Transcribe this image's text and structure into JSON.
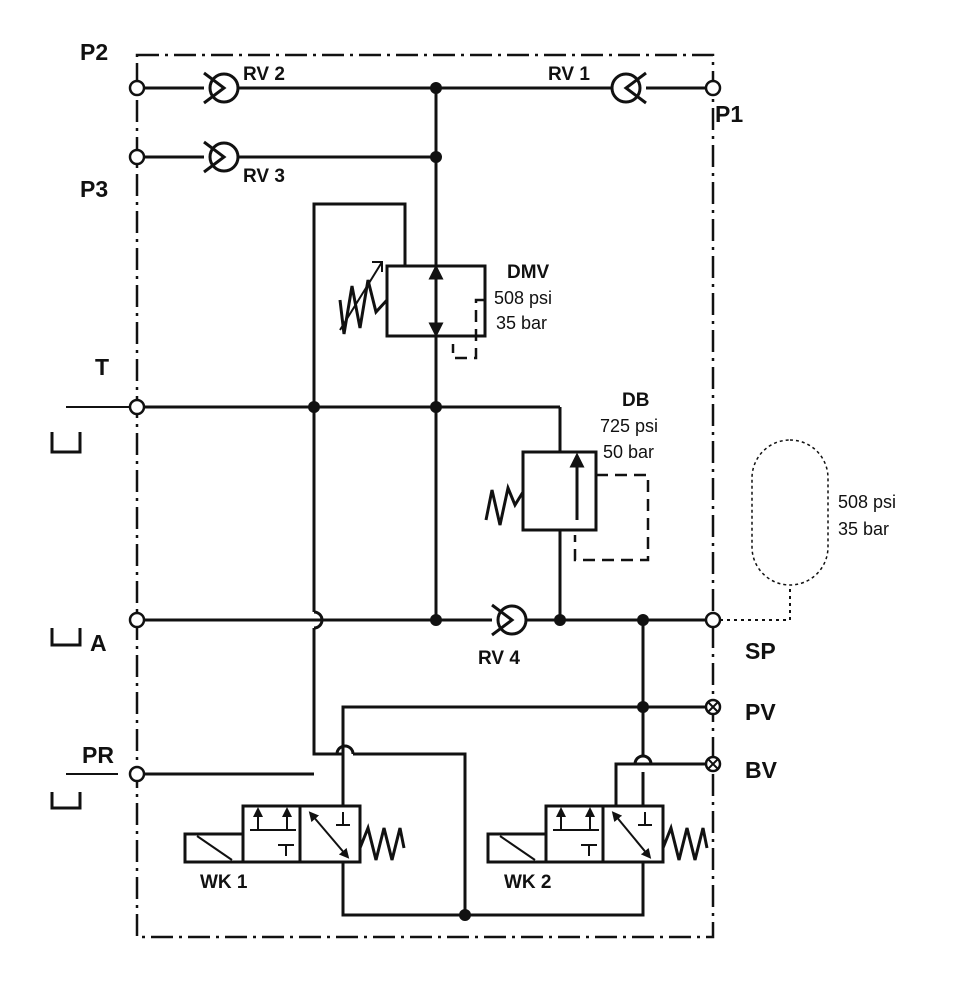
{
  "ports": {
    "p2": "P2",
    "p1": "P1",
    "p3": "P3",
    "t": "T",
    "a": "A",
    "pr": "PR",
    "sp": "SP",
    "pv": "PV",
    "bv": "BV"
  },
  "valves": {
    "rv1": "RV 1",
    "rv2": "RV 2",
    "rv3": "RV 3",
    "rv4": "RV 4",
    "dmv": {
      "name": "DMV",
      "psi": "508 psi",
      "bar": "35 bar"
    },
    "db": {
      "name": "DB",
      "psi": "725 psi",
      "bar": "50 bar"
    },
    "wk1": "WK 1",
    "wk2": "WK 2"
  },
  "accumulator": {
    "psi": "508 psi",
    "bar": "35 bar"
  }
}
